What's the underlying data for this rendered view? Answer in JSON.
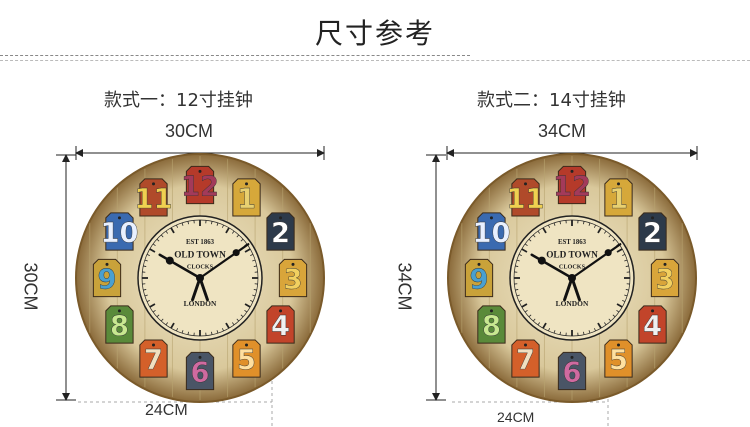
{
  "header": {
    "title": "尺寸参考"
  },
  "styles": [
    {
      "label": "款式一：12寸挂钟",
      "width_label": "30CM",
      "height_label": "30CM",
      "inner_label": "24CM"
    },
    {
      "label": "款式二：14寸挂钟",
      "width_label": "34CM",
      "height_label": "34CM",
      "inner_label": "24CM"
    }
  ],
  "clock_face": {
    "brand_line1": "EST 1863",
    "brand_line2": "OLD TOWN",
    "brand_line3": "CLOCKS",
    "city": "LONDON",
    "numerals": [
      "12",
      "1",
      "2",
      "3",
      "4",
      "5",
      "6",
      "7",
      "8",
      "9",
      "10",
      "11"
    ]
  },
  "colors": {
    "wood": "#d8c9a0",
    "rim": "#8a6a3a",
    "dark": "#1a1a1a"
  }
}
